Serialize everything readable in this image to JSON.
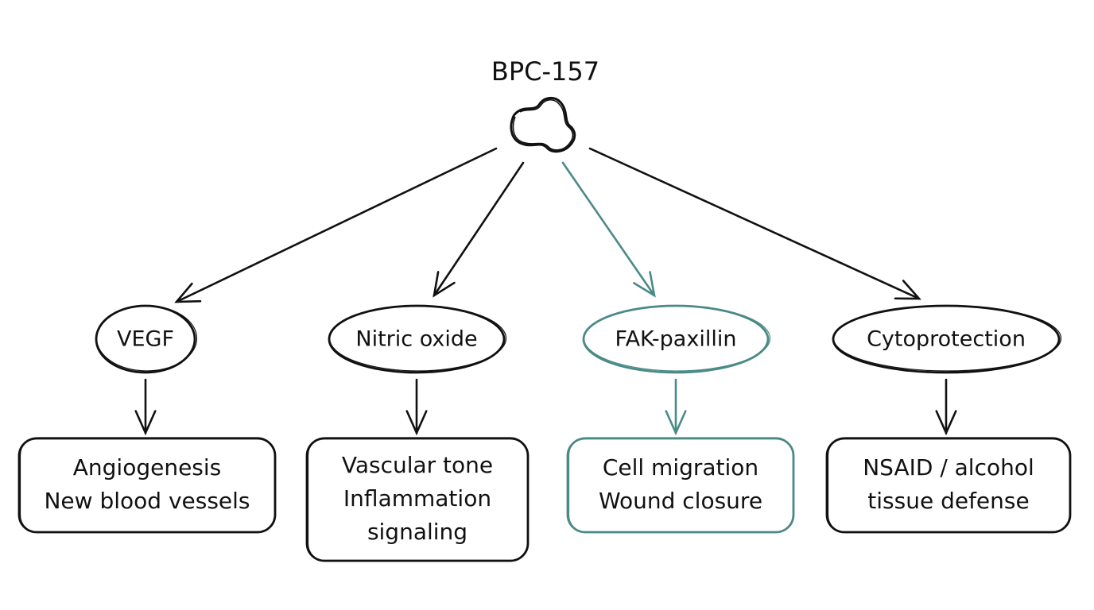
{
  "title": "BPC-157",
  "source_icon": "molecule-blob-icon",
  "colors": {
    "ink": "#111111",
    "highlight": "#4a8a87",
    "background": "#ffffff"
  },
  "pathways": [
    {
      "mediator": "VEGF",
      "effect_lines": [
        "Angiogenesis",
        "New blood vessels"
      ],
      "highlighted": false
    },
    {
      "mediator": "Nitric oxide",
      "effect_lines": [
        "Vascular tone",
        "Inflammation",
        "signaling"
      ],
      "highlighted": false
    },
    {
      "mediator": "FAK-paxillin",
      "effect_lines": [
        "Cell migration",
        "Wound closure"
      ],
      "highlighted": true
    },
    {
      "mediator": "Cytoprotection",
      "effect_lines": [
        "NSAID / alcohol",
        "tissue defense"
      ],
      "highlighted": false
    }
  ]
}
